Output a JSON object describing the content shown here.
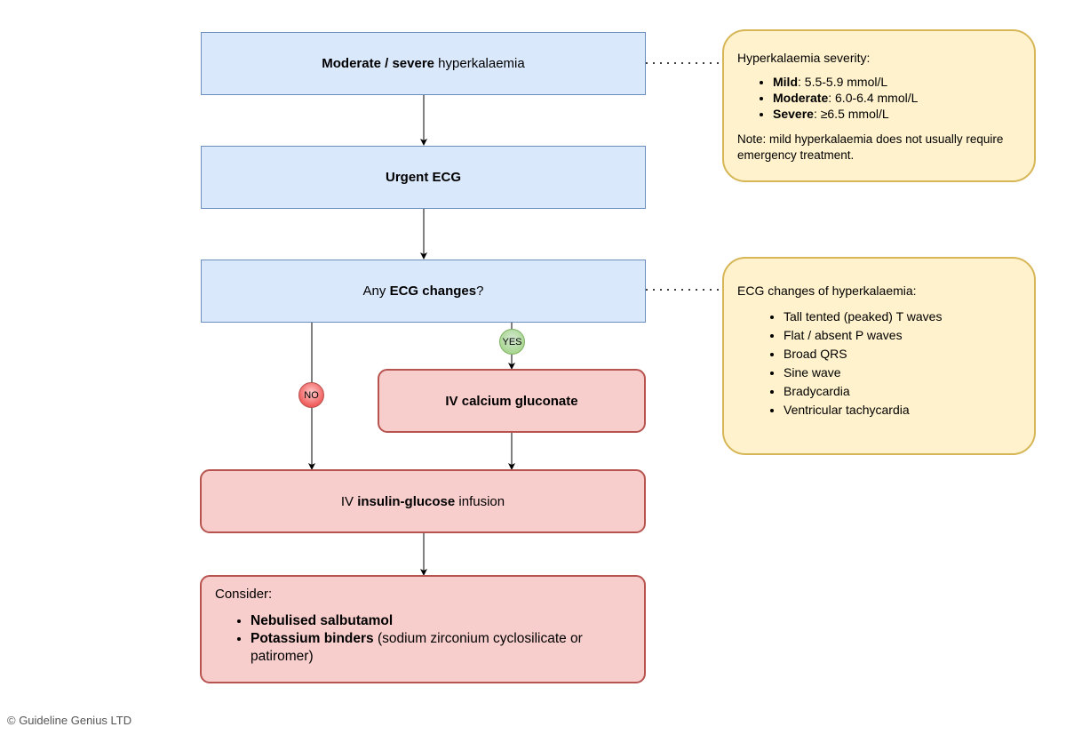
{
  "boxes": {
    "step1": {
      "bold": "Moderate / severe",
      "rest": " hyperkalaemia"
    },
    "step2": {
      "bold": "Urgent ECG"
    },
    "step3": {
      "pre": "Any ",
      "bold": "ECG changes",
      "post": "?"
    },
    "calcium": {
      "bold": "IV calcium gluconate"
    },
    "insulin": {
      "pre": "IV ",
      "bold": "insulin-glucose",
      "post": " infusion"
    },
    "consider": {
      "heading": "Consider:",
      "items": [
        {
          "bold": "Nebulised salbutamol",
          "rest": ""
        },
        {
          "bold": "Potassium binders",
          "rest": " (sodium zirconium cyclosilicate or patiromer)"
        }
      ]
    }
  },
  "labels": {
    "yes": "YES",
    "no": "NO"
  },
  "notes": {
    "severity": {
      "title": "Hyperkalaemia severity:",
      "items": [
        {
          "bold": "Mild",
          "rest": ": 5.5-5.9 mmol/L"
        },
        {
          "bold": "Moderate",
          "rest": ": 6.0-6.4 mmol/L"
        },
        {
          "bold": "Severe",
          "rest": ": ≥6.5 mmol/L"
        }
      ],
      "note": "Note: mild hyperkalaemia does not usually require emergency treatment."
    },
    "ecg": {
      "title": "ECG changes of hyperkalaemia:",
      "items": [
        "Tall tented (peaked) T waves",
        "Flat / absent P waves",
        "Broad QRS",
        "Sine wave",
        "Bradycardia",
        "Ventricular tachycardia"
      ]
    }
  },
  "footer": "© Guideline Genius LTD",
  "colors": {
    "blue_fill": "#dae8fc",
    "blue_stroke": "#6c8ebf",
    "red_fill": "#f8cecc",
    "red_stroke": "#b85450",
    "yellow_fill": "#fff2cc",
    "yellow_stroke": "#d6b656",
    "yes_fill": "#97d077",
    "no_fill": "#ea2e2e"
  }
}
